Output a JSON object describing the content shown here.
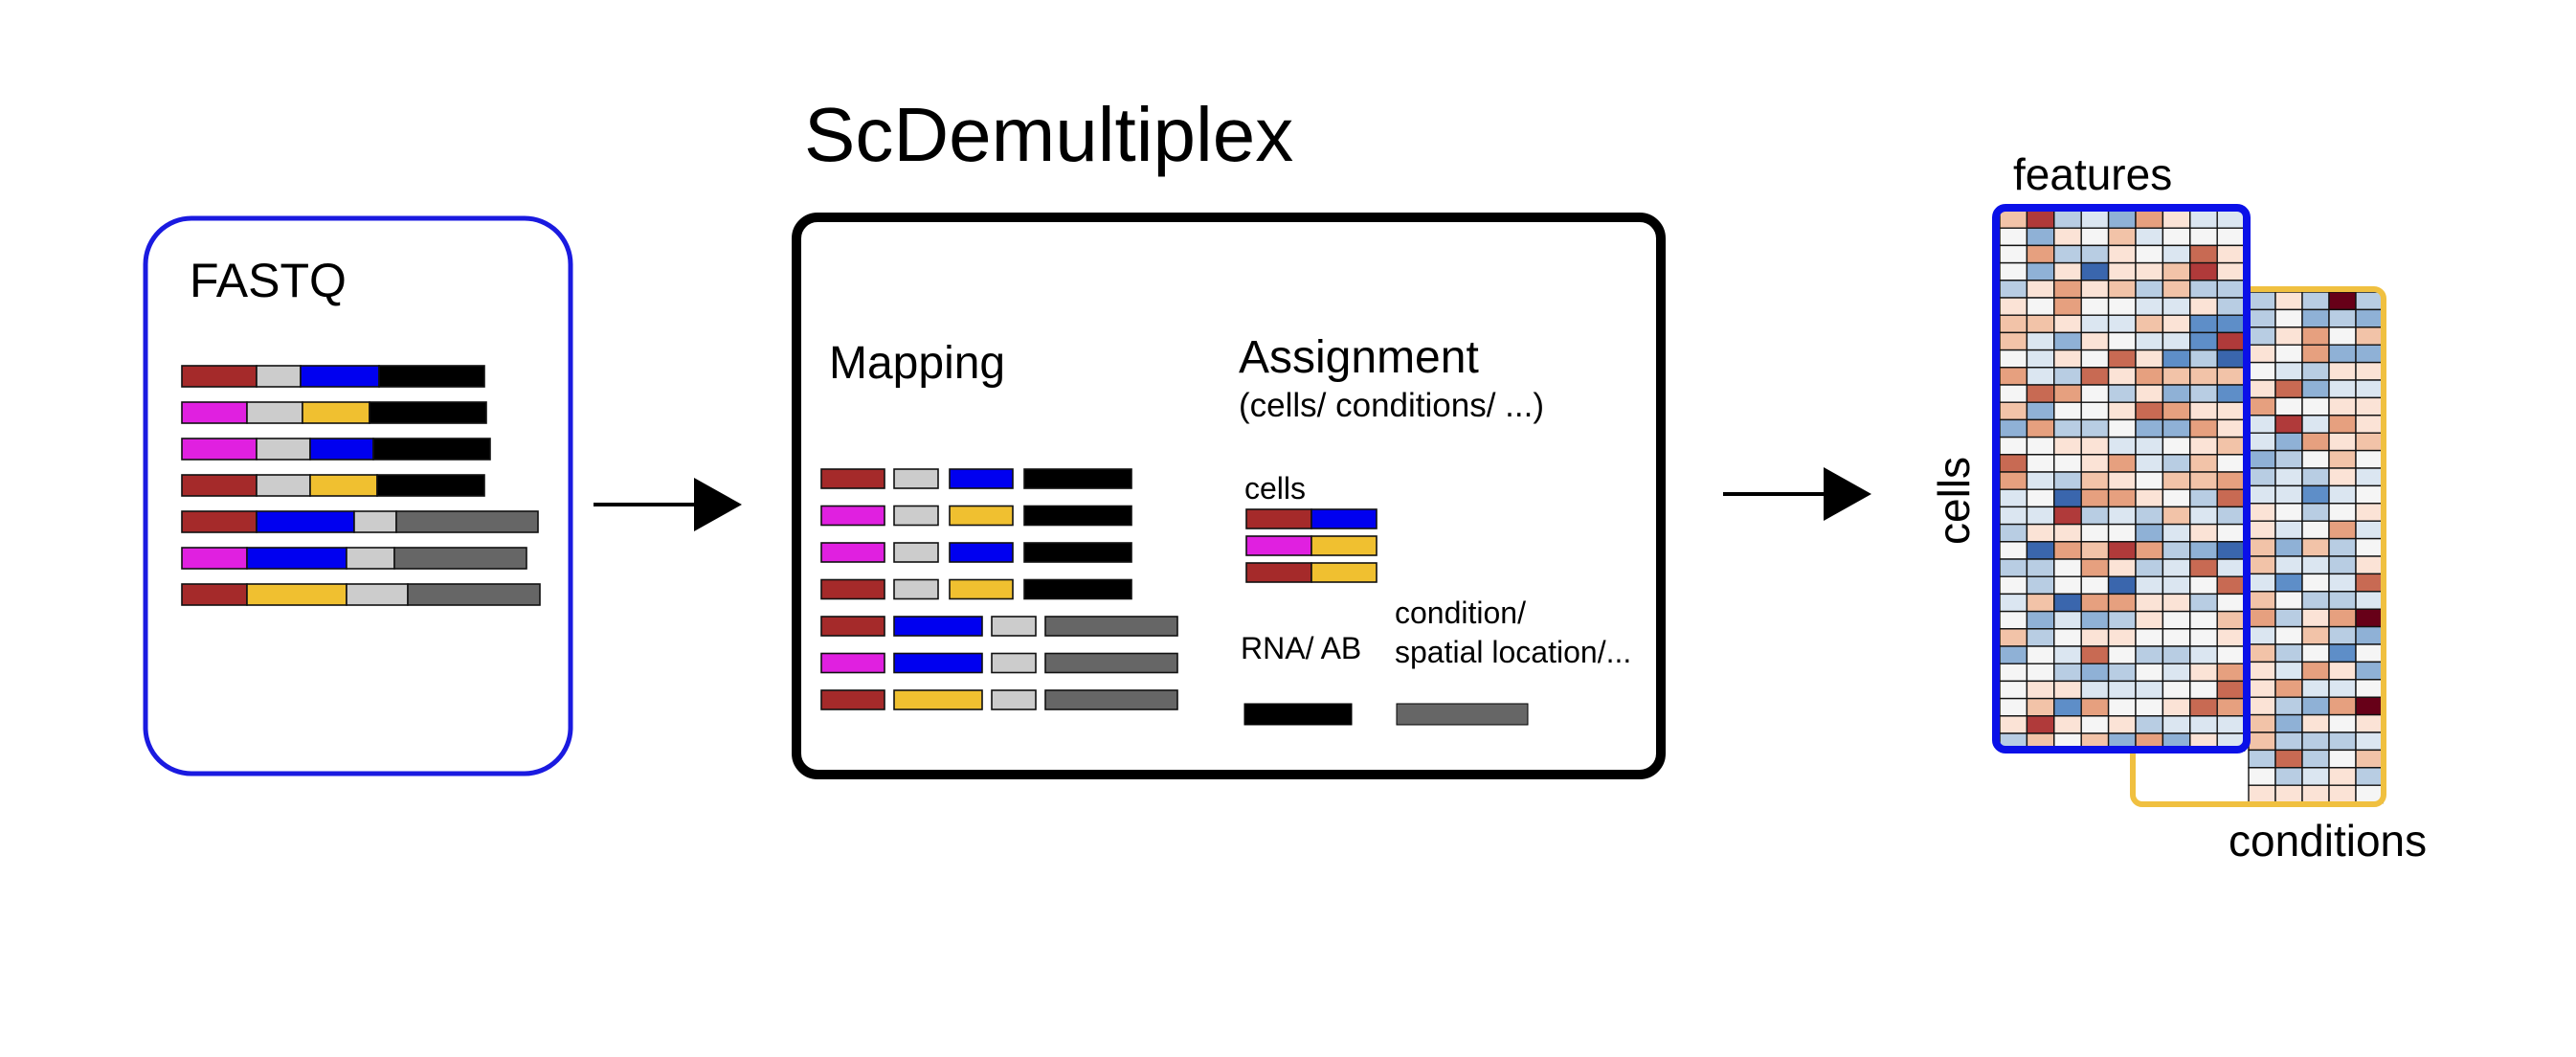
{
  "title": "ScDemultiplex",
  "fastq_panel": {
    "label": "FASTQ",
    "reads": [
      [
        "red",
        "lightgray",
        "blue",
        "black"
      ],
      [
        "magenta",
        "lightgray",
        "yellow",
        "black"
      ],
      [
        "magenta",
        "lightgray",
        "blue",
        "black"
      ],
      [
        "red",
        "lightgray",
        "yellow",
        "black"
      ],
      [
        "red",
        "blue",
        "lightgray",
        "darkgray"
      ],
      [
        "magenta",
        "blue",
        "lightgray",
        "darkgray"
      ],
      [
        "red",
        "yellow",
        "lightgray",
        "darkgray"
      ]
    ]
  },
  "scdemultiplex_panel": {
    "mapping_label": "Mapping",
    "assignment_label": "Assignment",
    "assignment_sublabel": "(cells/ conditions/ ...)",
    "cells_label": "cells",
    "cell_barcodes": [
      [
        "red",
        "blue"
      ],
      [
        "magenta",
        "yellow"
      ],
      [
        "red",
        "yellow"
      ]
    ],
    "rna_ab_label": "RNA/ AB",
    "condition_label_line1": "condition/",
    "condition_label_line2": "spatial location/..."
  },
  "output_panel": {
    "features_label": "features",
    "cells_axis_label": "cells",
    "conditions_label": "conditions"
  },
  "colors": {
    "red": "#a52a2a",
    "magenta": "#e020e0",
    "lightgray": "#cccccc",
    "blue": "#0000f0",
    "yellow": "#f0c030",
    "black": "#000000",
    "darkgray": "#666666",
    "fastq_border": "#1a1ae0",
    "main_border": "#000000",
    "front_matrix_border": "#0a10e8",
    "back_matrix_border": "#f0c040"
  }
}
